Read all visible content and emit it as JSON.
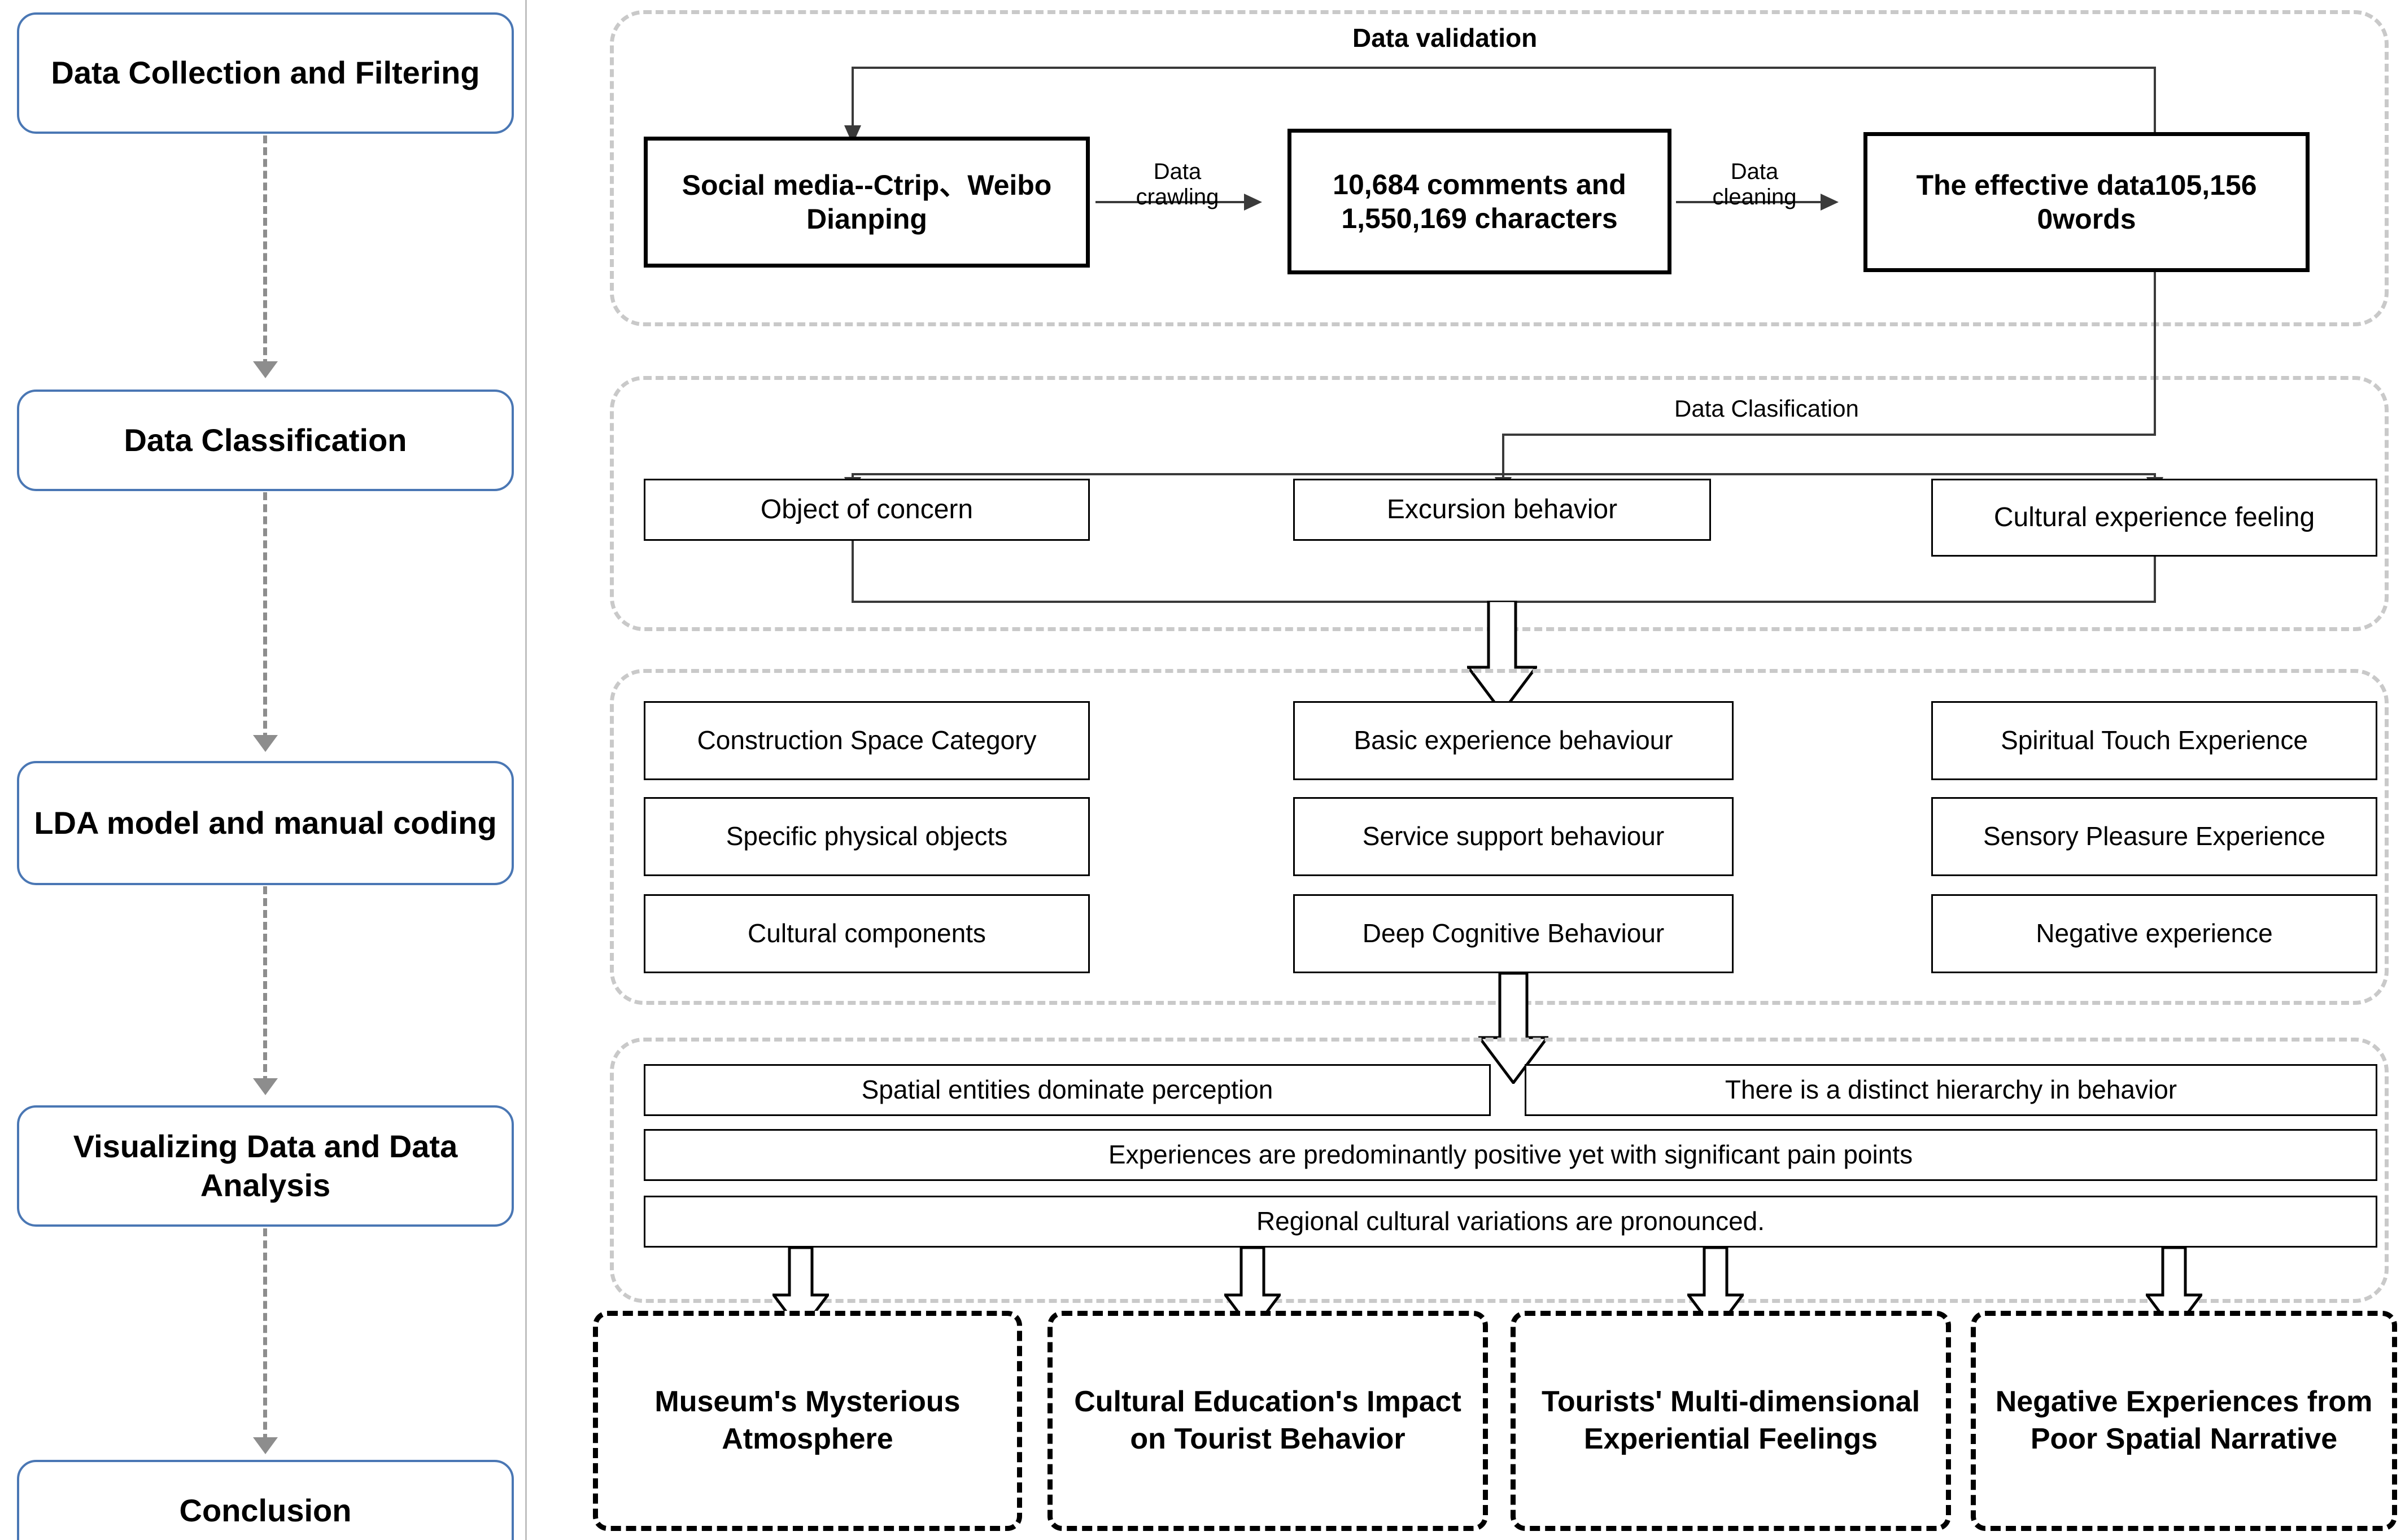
{
  "pipeline": {
    "stages": [
      {
        "label": "Data Collection and Filtering"
      },
      {
        "label": "Data Classification"
      },
      {
        "label": "LDA model  and manual coding"
      },
      {
        "label": "Visualizing Data and Data Analysis"
      },
      {
        "label": "Conclusion"
      }
    ]
  },
  "groups": {
    "validation": {
      "title": "Data validation",
      "boxes": [
        {
          "label": "Social media--Ctrip、Weibo Dianping"
        },
        {
          "label": "10,684 comments and 1,550,169 characters"
        },
        {
          "label": "The effective data105,156 0words"
        }
      ],
      "edges": [
        {
          "label": "Data\ncrawling"
        },
        {
          "label": "Data\ncleaning"
        }
      ]
    },
    "classification": {
      "title": "Data Clasification",
      "boxes": [
        {
          "label": "Object of concern"
        },
        {
          "label": "Excursion behavior"
        },
        {
          "label": "Cultural experience feeling"
        }
      ]
    },
    "coding": {
      "columns": [
        {
          "items": [
            {
              "label": "Construction Space Category"
            },
            {
              "label": "Specific physical objects"
            },
            {
              "label": "Cultural components"
            }
          ]
        },
        {
          "items": [
            {
              "label": "Basic experience behaviour"
            },
            {
              "label": "Service support behaviour"
            },
            {
              "label": "Deep Cognitive Behaviour"
            }
          ]
        },
        {
          "items": [
            {
              "label": "Spiritual Touch Experience"
            },
            {
              "label": "Sensory Pleasure Experience"
            },
            {
              "label": "Negative experience"
            }
          ]
        }
      ]
    },
    "findings": {
      "row1": [
        {
          "label": "Spatial entities dominate perception"
        },
        {
          "label": "There is a distinct hierarchy in behavior"
        }
      ],
      "row2": [
        {
          "label": "Experiences are predominantly positive yet with significant pain points"
        }
      ],
      "row3": [
        {
          "label": "Regional cultural variations are pronounced."
        }
      ]
    }
  },
  "conclusions": [
    {
      "label": "Museum's Mysterious Atmosphere"
    },
    {
      "label": "Cultural Education's Impact on Tourist Behavior"
    },
    {
      "label": "Tourists' Multi-dimensional Experiential Feelings"
    },
    {
      "label": "Negative Experiences from Poor Spatial Narrative"
    }
  ],
  "colors": {
    "stage_border": "#4a77b4",
    "dashed_group": "#c9c9c9",
    "connector": "#3a3a3a",
    "pipeline_arrow": "#8d8d8d"
  }
}
